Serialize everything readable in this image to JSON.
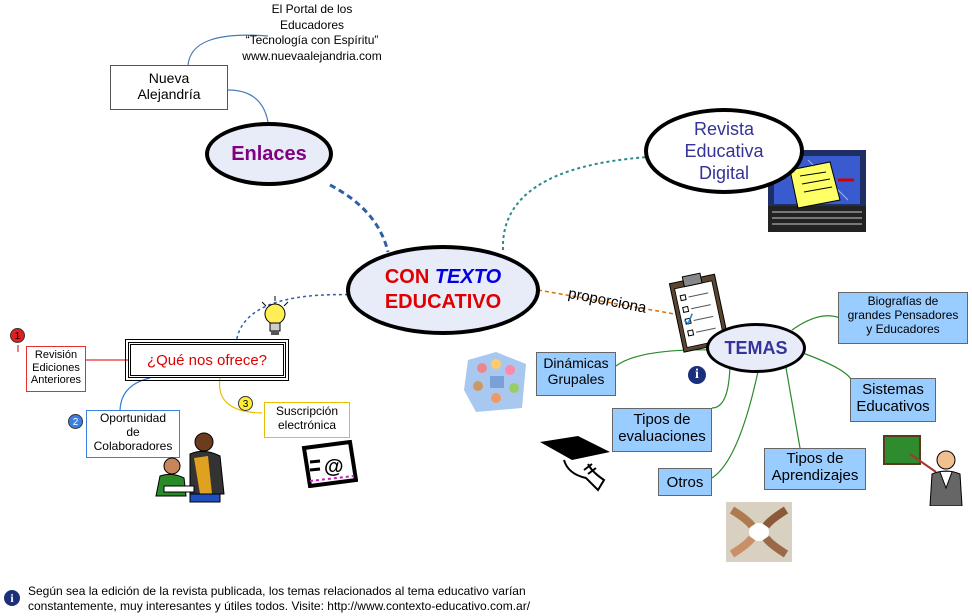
{
  "portal_note": {
    "line1": "El Portal de los",
    "line2": "Educadores",
    "line3": "“Tecnología con Espíritu”",
    "line4": "www.nuevaalejandria.com"
  },
  "nueva_alejandria": {
    "line1": "Nueva",
    "line2": "Alejandría"
  },
  "enlaces": {
    "label": "Enlaces"
  },
  "revista": {
    "line1": "Revista",
    "line2": "Educativa",
    "line3": "Digital"
  },
  "central": {
    "part1": "CON ",
    "part2": "TEXTO",
    "line2": "EDUCATIVO"
  },
  "proporciona": {
    "label": "proporciona"
  },
  "temas": {
    "label": "TEMAS"
  },
  "que_ofrece": {
    "label": "¿Qué nos ofrece?"
  },
  "offers": [
    {
      "num": "1",
      "lines": [
        "Revisión",
        "Ediciones",
        "Anteriores"
      ]
    },
    {
      "num": "2",
      "lines": [
        "Oportunidad",
        "de",
        "Colaboradores"
      ]
    },
    {
      "num": "3",
      "lines": [
        "Suscripción",
        "electrónica"
      ]
    }
  ],
  "topics": {
    "biografias": [
      "Biografías de",
      "grandes Pensadores",
      "y Educadores"
    ],
    "dinamicas": [
      "Dinámicas",
      "Grupales"
    ],
    "sistemas": [
      "Sistemas",
      "Educativos"
    ],
    "tipos_eval": [
      "Tipos de",
      "evaluaciones"
    ],
    "tipos_aprend": [
      "Tipos de",
      "Aprendizajes"
    ],
    "otros": [
      "Otros"
    ]
  },
  "footnote": {
    "line1": "Según sea la edición de la revista publicada, los temas relacionados al tema educativo varían",
    "line2": "constantemente, muy interesantes y útiles todos. Visite: http://www.contexto-educativo.com.ar/"
  },
  "colors": {
    "enlaces_text": "#800080",
    "revista_text": "#333399",
    "central_red": "#e00000",
    "central_blue": "#0000e0",
    "temas_text": "#333399",
    "topic_fill": "#99ccff",
    "offer_text": "#e00000"
  }
}
